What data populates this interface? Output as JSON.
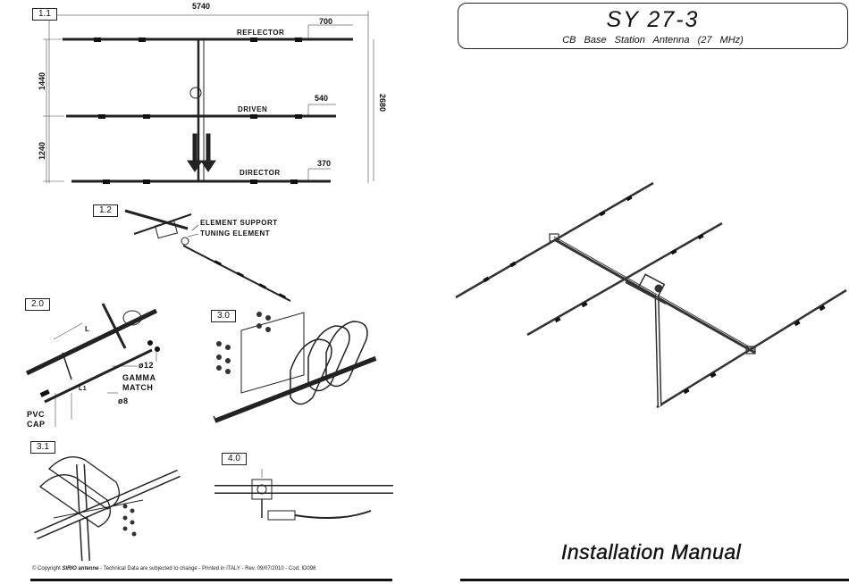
{
  "figures": {
    "fig_1_1": {
      "label": "1.1",
      "width": "5740",
      "reflector": "REFLECTOR",
      "reflector_dim": "700",
      "driven": "DRIVEN",
      "driven_dim": "540",
      "director": "DIRECTOR",
      "director_dim": "370",
      "spacing_1": "1440",
      "spacing_2": "1240",
      "boom_total": "2680"
    },
    "fig_1_2": {
      "label": "1.2",
      "element_support": "ELEMENT SUPPORT",
      "tuning_element": "TUNING ELEMENT"
    },
    "fig_2_0": {
      "label": "2.0",
      "d12": "ø12",
      "gamma_1": "GAMMA",
      "gamma_2": "MATCH",
      "d8": "ø8",
      "pvc_1": "PVC",
      "pvc_2": "CAP",
      "L": "L",
      "L1": "L1"
    },
    "fig_3_0": {
      "label": "3.0"
    },
    "fig_3_1": {
      "label": "3.1"
    },
    "fig_4_0": {
      "label": "4.0"
    }
  },
  "footer": {
    "prefix": "© Copyright",
    "brand": "SIRIO antenne",
    "text": "- Technical Data are subjected to change - Printed in ITALY - Rev. 09/07/2010 - Cod. ID098"
  },
  "cover": {
    "title": "SY 27-3",
    "subtitle": "CB  Base Station  Antenna (27 MHz)",
    "manual": "Installation  Manual"
  }
}
